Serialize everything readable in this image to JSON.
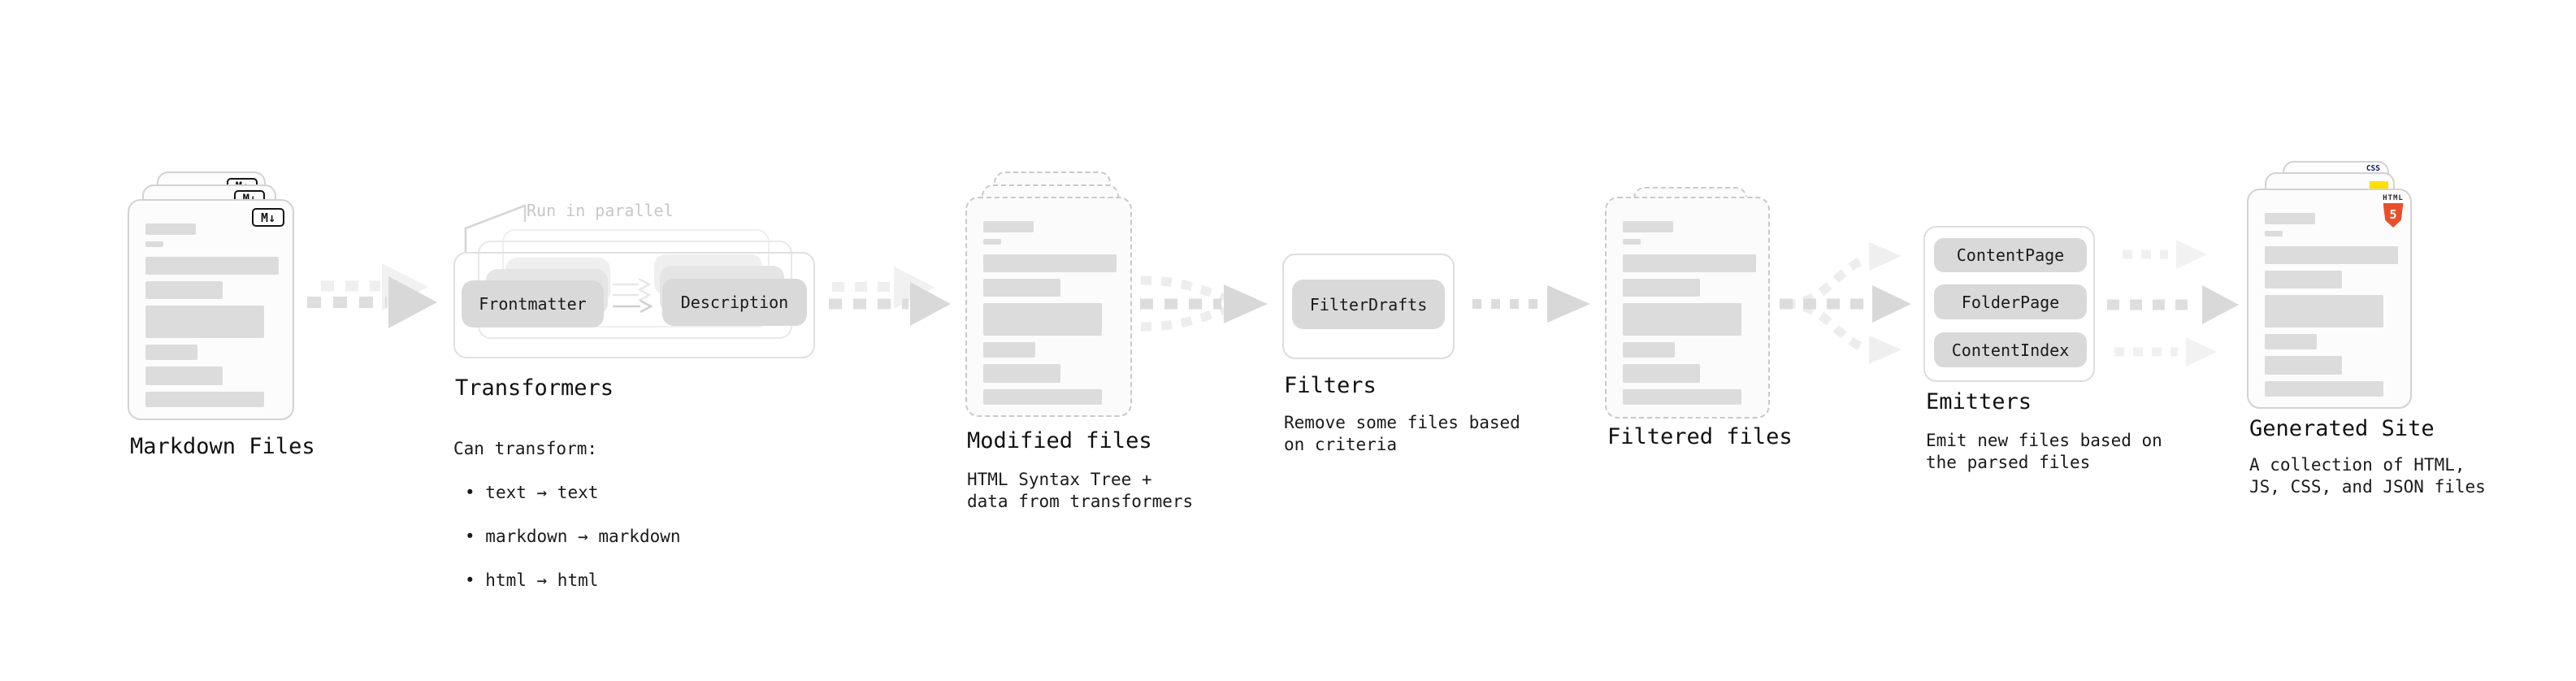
{
  "diagram": {
    "stage_markdown": {
      "label": "Markdown Files",
      "badge": "M↓"
    },
    "stage_transformers": {
      "label": "Transformers",
      "note": "Run in parallel",
      "pill_frontmatter": "Frontmatter",
      "pill_description": "Description",
      "desc_title": "Can transform:",
      "bullets": [
        "text → text",
        "markdown → markdown",
        "html → html"
      ]
    },
    "stage_modified": {
      "label": "Modified files",
      "sublabel": "HTML Syntax Tree +\ndata from transformers"
    },
    "stage_filters": {
      "label": "Filters",
      "pill": "FilterDrafts",
      "sublabel": "Remove some files based\non criteria"
    },
    "stage_filtered": {
      "label": "Filtered files"
    },
    "stage_emitters": {
      "label": "Emitters",
      "pills": [
        "ContentPage",
        "FolderPage",
        "ContentIndex"
      ],
      "sublabel": "Emit new files based on\nthe parsed files"
    },
    "stage_generated": {
      "label": "Generated Site",
      "sublabel": "A collection of HTML,\nJS, CSS, and JSON files",
      "badge_css": "CSS",
      "badge_html_caption": "HTML",
      "badge_html_number": "5"
    },
    "colors": {
      "html5_orange": "#e8502b",
      "js_yellow": "#ffdf00",
      "css_blue": "#2864f0"
    }
  }
}
